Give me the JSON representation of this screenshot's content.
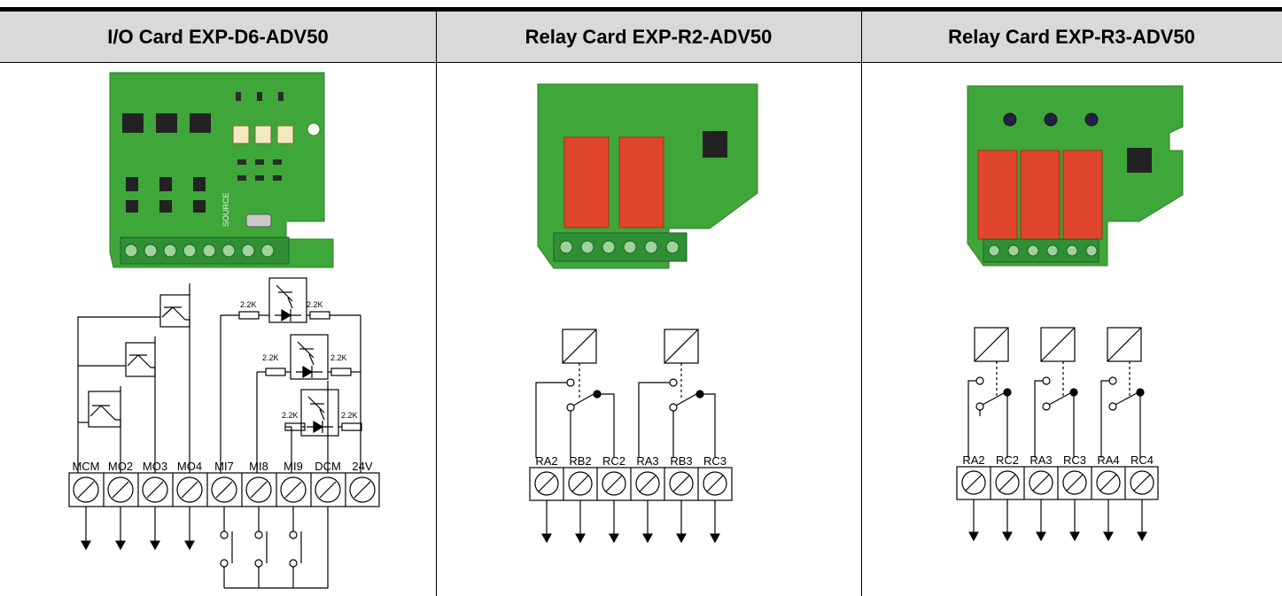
{
  "columns": [
    {
      "title": "I/O Card EXP-D6-ADV50",
      "board_marks": [
        "SOURCE"
      ],
      "resistor_value": "2.2K",
      "terminals": [
        "MCM",
        "MO2",
        "MO3",
        "MO4",
        "MI7",
        "MI8",
        "MI9",
        "DCM",
        "24V"
      ]
    },
    {
      "title": "Relay Card EXP-R2-ADV50",
      "terminals": [
        "RA2",
        "RB2",
        "RC2",
        "RA3",
        "RB3",
        "RC3"
      ]
    },
    {
      "title": "Relay Card EXP-R3-ADV50",
      "terminals": [
        "RA2",
        "RC2",
        "RA3",
        "RC3",
        "RA4",
        "RC4"
      ]
    }
  ],
  "colors": {
    "board": "#3fa63a",
    "relay": "#e0462a",
    "terminal_block": "#2f8f35",
    "header_bg": "#d9d9d9"
  }
}
